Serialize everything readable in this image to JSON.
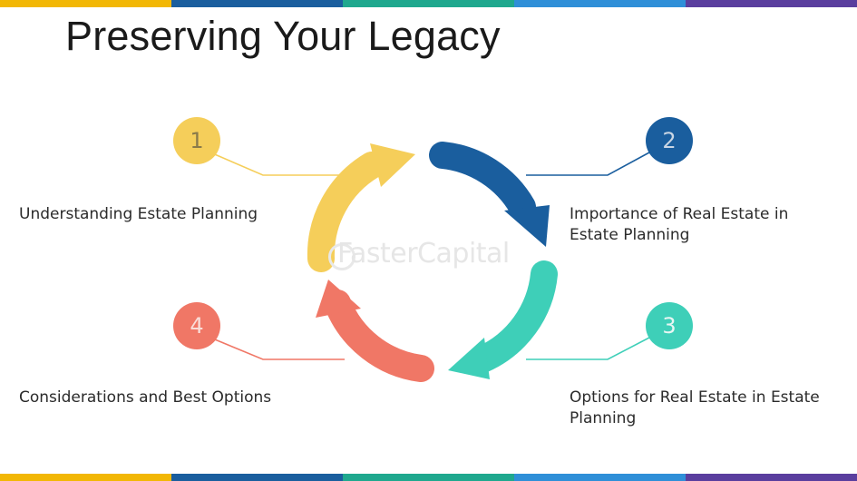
{
  "title": "Preserving Your Legacy",
  "watermark": "FasterCapital",
  "steps": [
    {
      "number": "1",
      "label": "Understanding Estate Planning",
      "color": "#F5CE5A",
      "number_color": "#8a7a4a"
    },
    {
      "number": "2",
      "label": "Importance of Real Estate in Estate Planning",
      "color": "#1A5E9E",
      "number_color": "#c9d6e4"
    },
    {
      "number": "3",
      "label": "Options for Real Estate in Estate Planning",
      "color": "#3ECFB8",
      "number_color": "#e8f6f3"
    },
    {
      "number": "4",
      "label": "Considerations and Best Options",
      "color": "#F07766",
      "number_color": "#f9ddd8"
    }
  ],
  "border_colors": [
    "#F2B705",
    "#1A5E9E",
    "#1FA88E",
    "#2F8FD8",
    "#5A3E9E"
  ]
}
